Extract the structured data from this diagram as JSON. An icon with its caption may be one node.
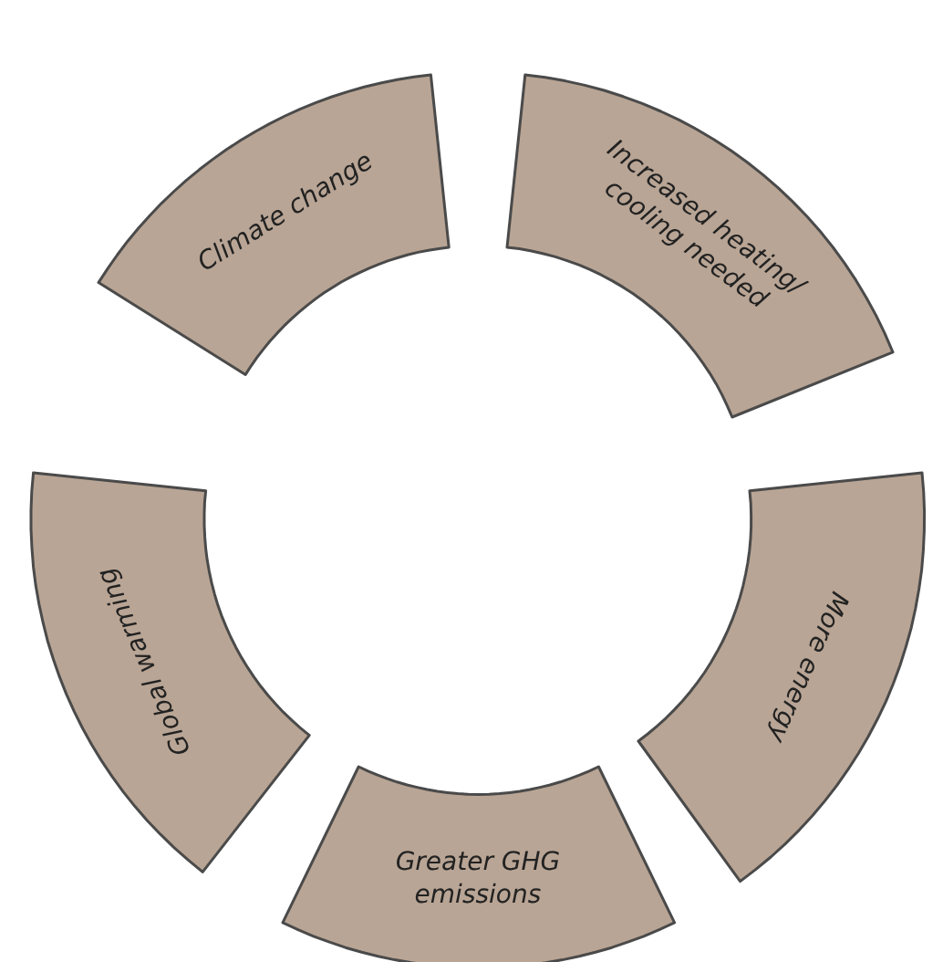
{
  "diagram": {
    "nodes": [
      {
        "text": [
          "Climate change"
        ]
      },
      {
        "text": [
          "Increased heating/ cooling needed"
        ]
      },
      {
        "text": [
          "More energy"
        ]
      },
      {
        "text": [
          "Greater GHG emissions"
        ]
      },
      {
        "text": [
          "Global warming"
        ]
      }
    ]
  }
}
